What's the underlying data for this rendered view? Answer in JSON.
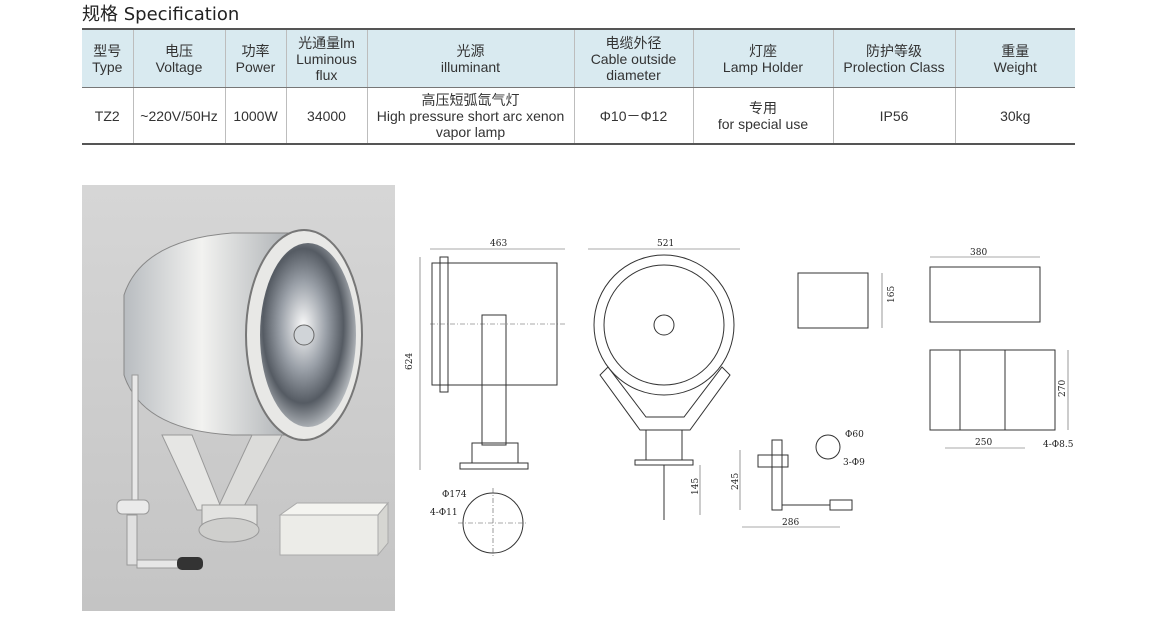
{
  "section_title": "规格 Specification",
  "table": {
    "headers": [
      {
        "zh": "型号",
        "en": "Type"
      },
      {
        "zh": "电压",
        "en": "Voltage"
      },
      {
        "zh": "功率",
        "en": "Power"
      },
      {
        "zh": "光通量lm",
        "en": "Luminous flux"
      },
      {
        "zh": "光源",
        "en": "illuminant"
      },
      {
        "zh": "电缆外径",
        "en": "Cable outside diameter"
      },
      {
        "zh": "灯座",
        "en": "Lamp Holder"
      },
      {
        "zh": "防护等级",
        "en": "Prolection Class"
      },
      {
        "zh": "重量",
        "en": "Weight"
      }
    ],
    "row": [
      {
        "zh": "",
        "en": "TZ2"
      },
      {
        "zh": "",
        "en": "~220V/50Hz"
      },
      {
        "zh": "",
        "en": "1000W"
      },
      {
        "zh": "",
        "en": "34000"
      },
      {
        "zh": "高压短弧氙气灯",
        "en": "High pressure short arc xenon vapor lamp"
      },
      {
        "zh": "",
        "en": "Φ10－Φ12"
      },
      {
        "zh": "专用",
        "en": "for special use"
      },
      {
        "zh": "",
        "en": "IP56"
      },
      {
        "zh": "",
        "en": "30kg"
      }
    ]
  },
  "drawing_dims": {
    "side_width": "463",
    "side_height": "624",
    "front_width": "521",
    "front_post": "145",
    "base_circle": "Φ174",
    "base_holes": "4-Φ11",
    "handle_height": "245",
    "handle_length": "286",
    "handle_dia": "Φ60",
    "handle_holes": "3-Φ9",
    "box_width": "380",
    "box_height": "165",
    "box_depth": "270",
    "box_mount": "250",
    "box_holes": "4-Φ8.5"
  }
}
